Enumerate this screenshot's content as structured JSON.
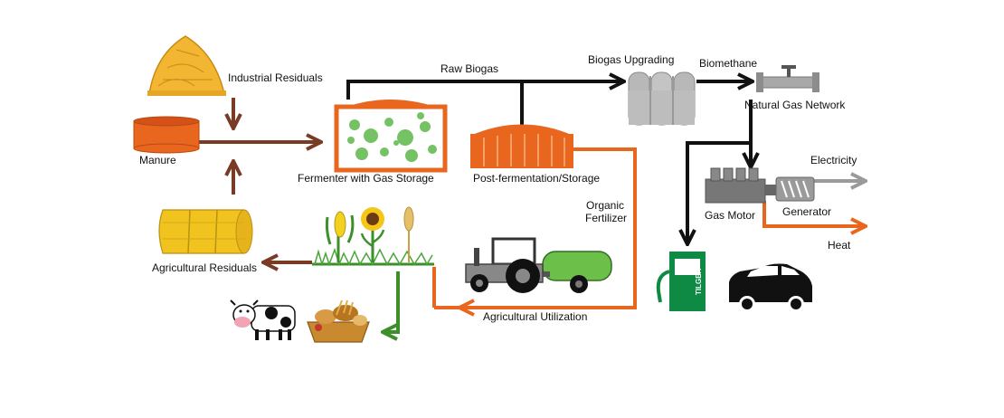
{
  "labels": {
    "industrial_residuals": "Industrial Residuals",
    "manure": "Manure",
    "agricultural_residuals": "Agricultural Residuals",
    "raw_biogas": "Raw Biogas",
    "fermenter": "Fermenter with Gas Storage",
    "post_fermentation": "Post-fermentation/Storage",
    "organic": "Organic",
    "fertilizer": "Fertilizer",
    "agricultural_utilization": "Agricultural Utilization",
    "biogas_upgrading": "Biogas Upgrading",
    "biomethane": "Biomethane",
    "natural_gas_network": "Natural Gas Network",
    "gas_motor": "Gas Motor",
    "generator": "Generator",
    "electricity": "Electricity",
    "heat": "Heat",
    "pump_brand": "TILGER"
  },
  "colors": {
    "brown_flow": "#7a3b24",
    "orange_flow": "#e8661e",
    "black_flow": "#111111",
    "gray_flow": "#9a9a9a",
    "green_flow": "#3c8f2a",
    "fermenter_orange": "#e8661e",
    "pump_green": "#0f8a45",
    "tank_green": "#6cc04a"
  },
  "icons": [
    "straw-pile-icon",
    "manure-tank-icon",
    "hay-bales-icon",
    "crops-icon",
    "cow-icon",
    "food-basket-icon",
    "fermenter-icon",
    "post-fermenter-icon",
    "tractor-icon",
    "upgrading-unit-icon",
    "gas-pipe-icon",
    "gas-motor-icon",
    "generator-icon",
    "fuel-pump-icon",
    "car-icon"
  ]
}
